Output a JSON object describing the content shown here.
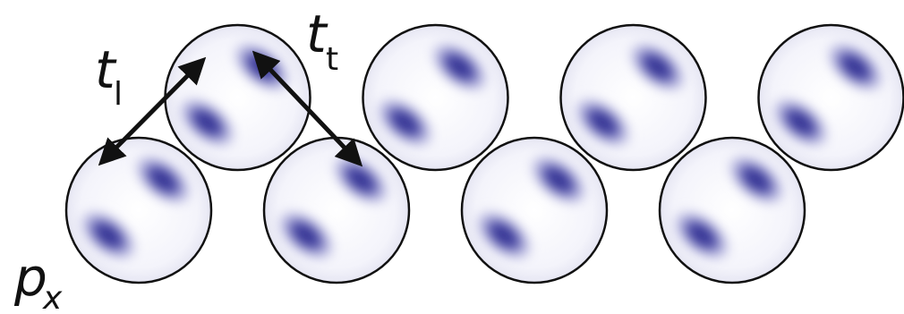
{
  "labels": {
    "t_l_main": "t",
    "t_l_sub": "l",
    "t_t_main": "t",
    "t_t_sub": "t",
    "px_main": "p",
    "px_sub": "x"
  },
  "style": {
    "orbital_lobe_color": "#2b2a8c",
    "outline_color": "#111111",
    "arrow_color": "#111111"
  },
  "orbitals": [
    {
      "name": "orbital-1",
      "row": "bottom"
    },
    {
      "name": "orbital-2",
      "row": "top"
    },
    {
      "name": "orbital-3",
      "row": "bottom"
    },
    {
      "name": "orbital-4",
      "row": "top"
    },
    {
      "name": "orbital-5",
      "row": "bottom"
    },
    {
      "name": "orbital-6",
      "row": "top"
    },
    {
      "name": "orbital-7",
      "row": "bottom"
    },
    {
      "name": "orbital-8",
      "row": "top"
    }
  ],
  "arrows": [
    {
      "name": "t-l-hopping-arrow",
      "direction": "double-headed"
    },
    {
      "name": "t-t-hopping-arrow",
      "direction": "double-headed"
    }
  ]
}
